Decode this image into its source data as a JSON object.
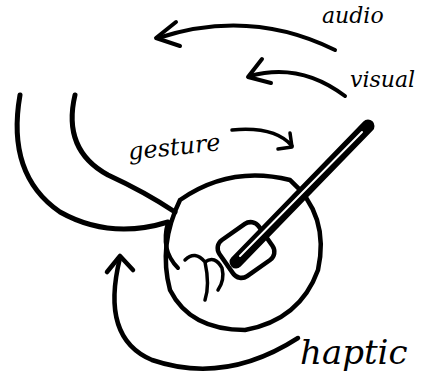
{
  "diagram": {
    "labels": [
      "audio",
      "visual",
      "gesture",
      "haptic"
    ]
  }
}
